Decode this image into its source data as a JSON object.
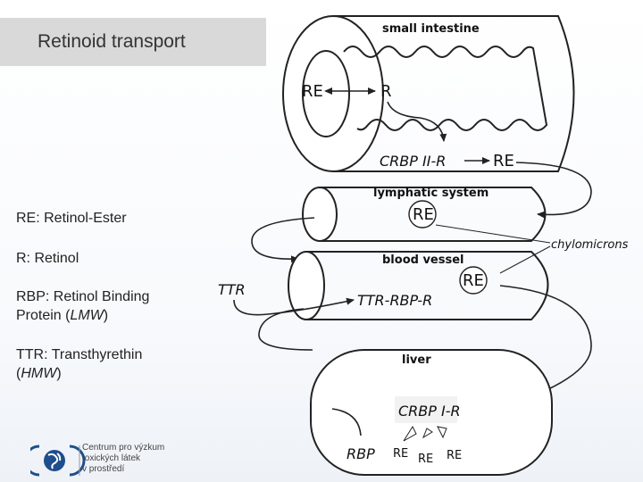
{
  "slide": {
    "title": "Retinoid transport",
    "legend": [
      {
        "text": "RE: Retinol-Ester"
      },
      {
        "text": "R: Retinol"
      },
      {
        "text_before": "RBP: Retinol Binding",
        "text_line2_pre": "Protein (",
        "text_italic": "LMW",
        "text_line2_post": ")"
      },
      {
        "text_before": "TTR: Transthyrethin",
        "text_line2_pre": "(",
        "text_italic": "HMW",
        "text_line2_post": ")"
      }
    ],
    "logo": {
      "line1": "Centrum pro výzkum",
      "line2": "toxických látek",
      "line3": "v prostředí",
      "color": "#1e4e8c"
    }
  },
  "diagram": {
    "small_intestine": {
      "label": "small intestine",
      "re": "RE",
      "r": "R",
      "crbp": "CRBP II-R",
      "re_out": "RE"
    },
    "lymphatic": {
      "label": "lymphatic system",
      "re": "RE"
    },
    "chylomicrons": "chylomicrons",
    "blood": {
      "label": "blood vessel",
      "re": "RE",
      "ttr_rbp": "TTR-RBP-R"
    },
    "ttr": "TTR",
    "liver": {
      "label": "liver",
      "crbp": "CRBP I-R",
      "rbp": "RBP",
      "re_items": [
        "RE",
        "RE",
        "RE"
      ]
    },
    "colors": {
      "stroke": "#222222",
      "fill": "#ffffff"
    }
  }
}
